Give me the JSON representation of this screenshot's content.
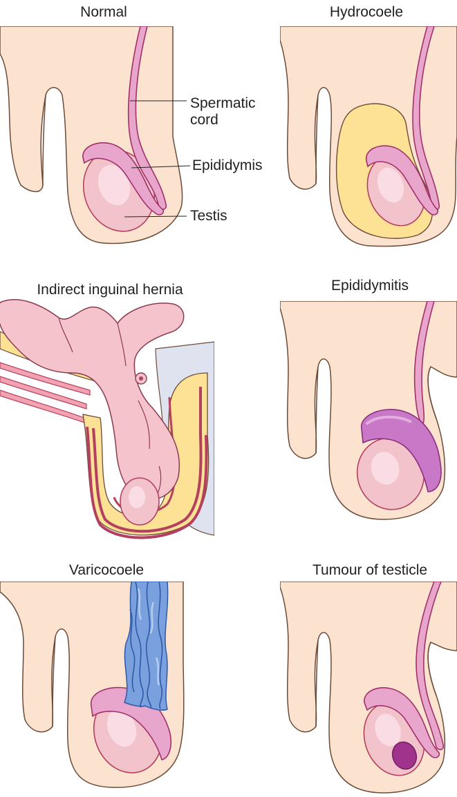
{
  "panels": {
    "normal": {
      "title": "Normal",
      "labels": {
        "spermatic_cord_line1": "Spermatic",
        "spermatic_cord_line2": "cord",
        "epididymis": "Epididymis",
        "testis": "Testis"
      }
    },
    "hydrocoele": {
      "title": "Hydrocoele"
    },
    "hernia": {
      "title": "Indirect inguinal hernia"
    },
    "epididymitis": {
      "title": "Epididymitis"
    },
    "varicocoele": {
      "title": "Varicocoele"
    },
    "tumour": {
      "title": "Tumour of testicle"
    }
  },
  "colors": {
    "skin": "#fbe3cf",
    "testis": "#f3c3cb",
    "testis_edge": "#b3405e",
    "cord": "#e8a6cc",
    "cord_edge": "#a1306a",
    "fluid": "#fde296",
    "inflamed": "#c978c8",
    "vein": "#7aa0de",
    "vein_edge": "#2d59a6",
    "tumour": "#a0348c",
    "peritoneum": "#dfe3f0"
  }
}
